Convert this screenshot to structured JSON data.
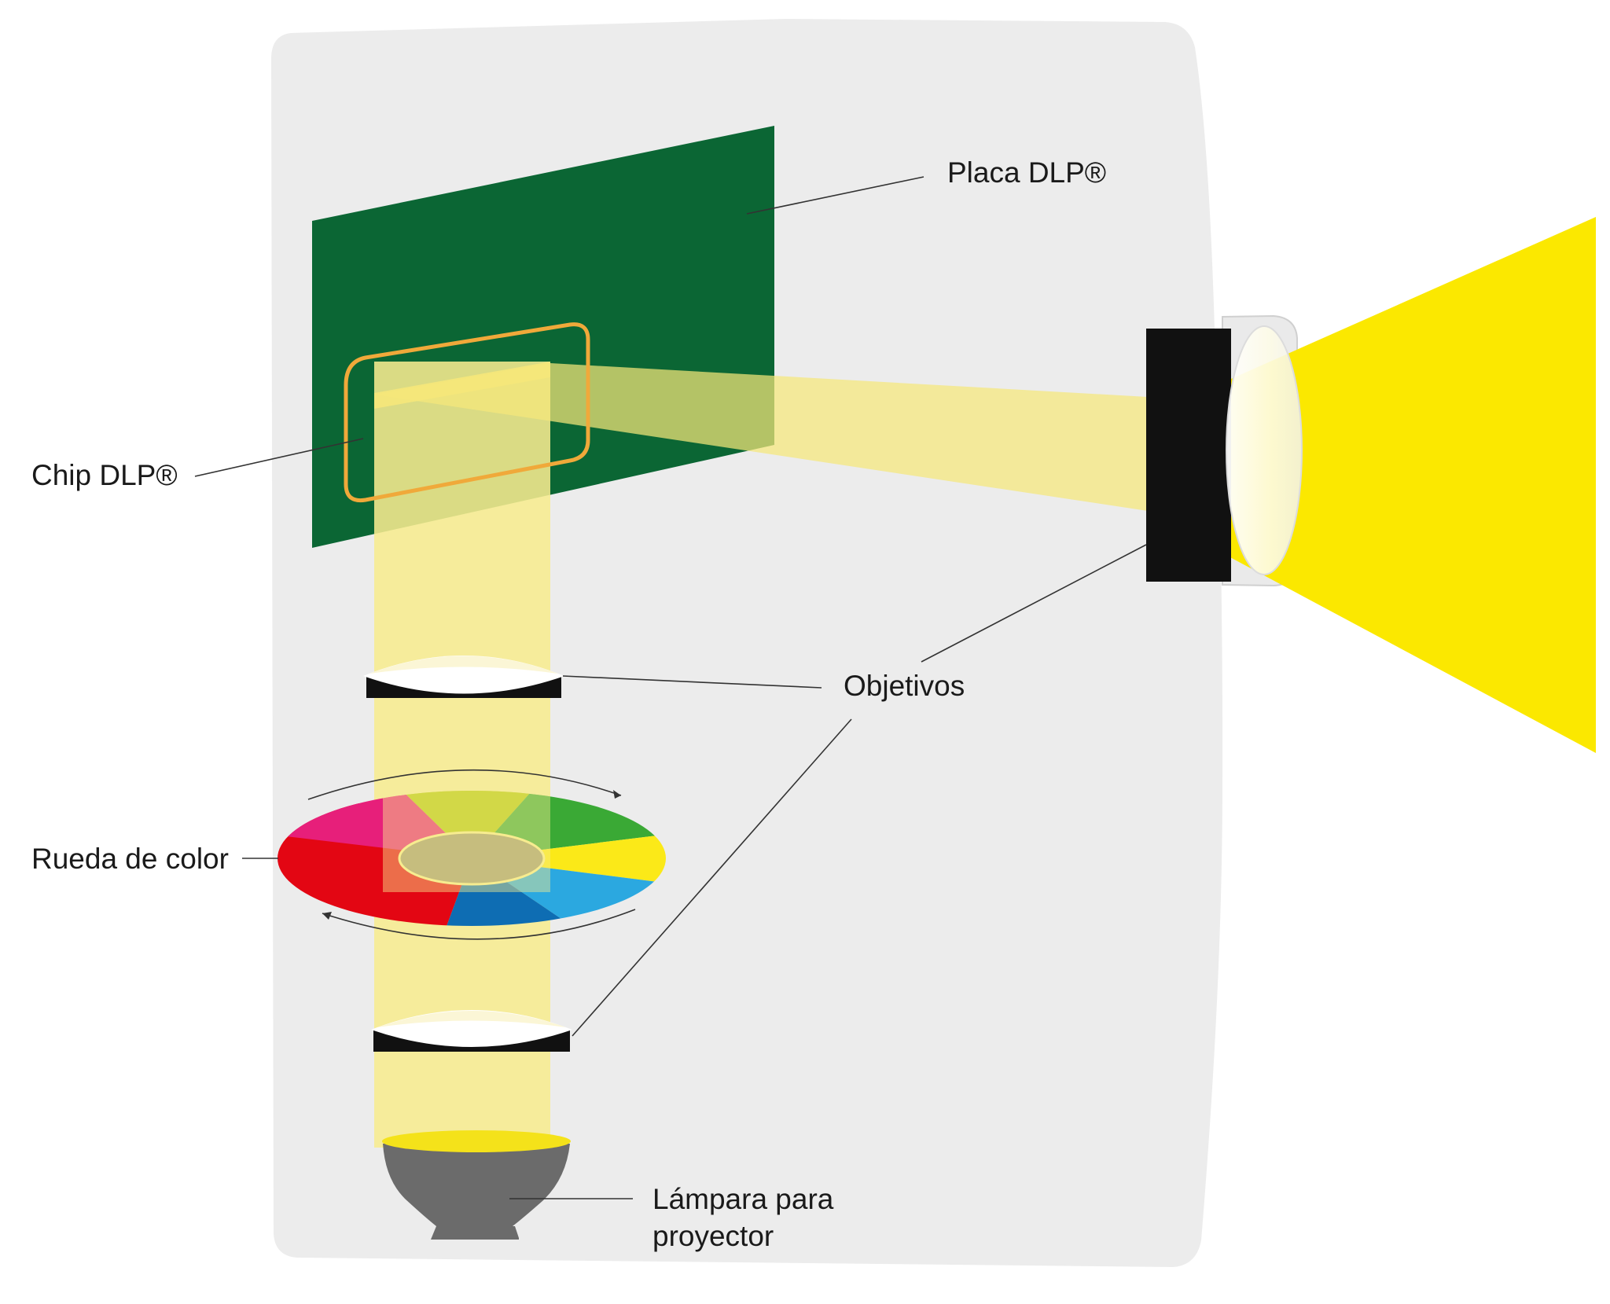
{
  "labels": {
    "placa": "Placa DLP®",
    "chip": "Chip DLP®",
    "objetivos": "Objetivos",
    "rueda": "Rueda de color",
    "lampara_line1": "Lámpara para",
    "lampara_line2": "proyector"
  },
  "colors": {
    "housing": "#ececec",
    "board": "#0b6634",
    "chip_outline": "#f0a93a",
    "beam_light": "#f7ec8f",
    "beam_output": "#fbe800",
    "lamp_body": "#6b6b6b",
    "lamp_glow": "#f4e21a",
    "lens_black": "#111111"
  },
  "color_wheel": {
    "segments": [
      "#e30613",
      "#0e6db3",
      "#2ba8e0",
      "#fbe918",
      "#3aa935",
      "#b5c90d",
      "#e71f7a"
    ]
  }
}
